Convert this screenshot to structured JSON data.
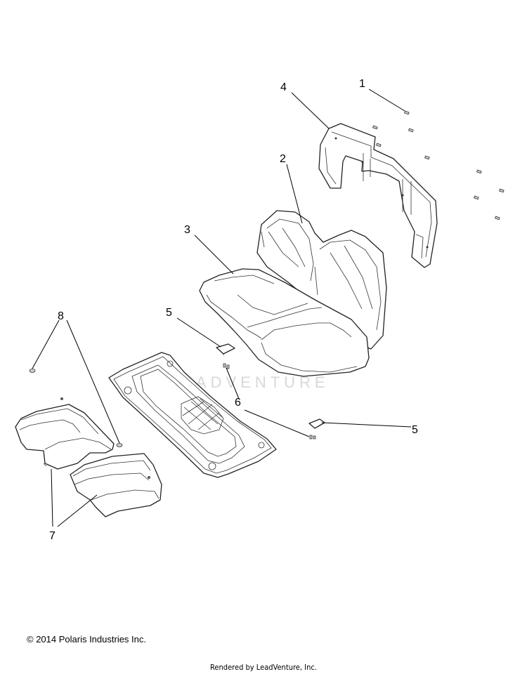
{
  "diagram": {
    "callouts": [
      {
        "id": "1",
        "label": "1"
      },
      {
        "id": "4",
        "label": "4"
      },
      {
        "id": "2",
        "label": "2"
      },
      {
        "id": "3",
        "label": "3"
      },
      {
        "id": "5a",
        "label": "5"
      },
      {
        "id": "5b",
        "label": "5"
      },
      {
        "id": "6",
        "label": "6"
      },
      {
        "id": "7",
        "label": "7"
      },
      {
        "id": "8",
        "label": "8"
      }
    ],
    "watermark": "LEADVENTURE"
  },
  "footer": {
    "copyright": "© 2014 Polaris Industries Inc.",
    "rendered_by": "Rendered by LeadVenture, Inc."
  }
}
